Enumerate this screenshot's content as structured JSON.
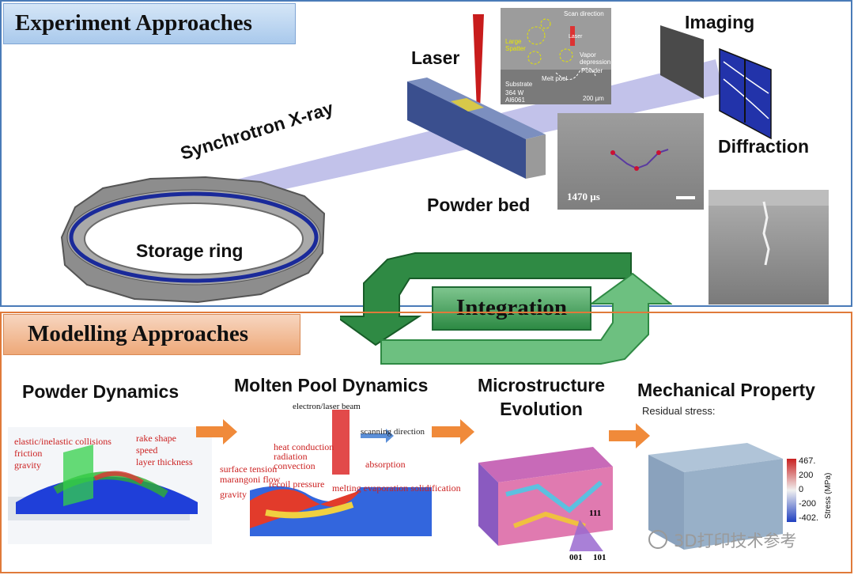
{
  "experiment": {
    "title": "Experiment Approaches",
    "labels": {
      "laser": "Laser",
      "imaging": "Imaging",
      "synchrotron": "Synchrotron X-ray",
      "diffraction": "Diffraction",
      "powder_bed": "Powder bed",
      "storage_ring": "Storage ring"
    },
    "xray_image": {
      "scan_direction": "Scan direction",
      "large_spatter": "Large\nSpatter",
      "laser": "Laser",
      "vapor_depression": "Vapor\ndepression",
      "powder": "Powder",
      "melt_pool": "Melt pool",
      "substrate": "Substrate",
      "power": "364 W",
      "alloy": "Al6061",
      "scale": "200 µm"
    },
    "time_label": "1470 µs"
  },
  "integration": {
    "label": "Integration"
  },
  "modelling": {
    "title": "Modelling Approaches",
    "sections": {
      "powder": "Powder Dynamics",
      "molten_pool": "Molten Pool Dynamics",
      "microstructure": "Microstructure\nEvolution",
      "mechanical": "Mechanical Property"
    },
    "powder_terms": {
      "collisions": "elastic/inelastic collisions",
      "friction": "friction",
      "gravity": "gravity",
      "rake_shape": "rake shape",
      "speed": "speed",
      "layer_thickness": "layer thickness"
    },
    "molten_terms": {
      "beam": "electron/laser beam",
      "heat_conduction": "heat conduction",
      "radiation": "radiation",
      "convection": "convection",
      "scanning_direction": "scanning direction",
      "absorption": "absorption",
      "surface_tension": "surface tension",
      "marangoni": "marangoni flow",
      "gravity": "gravity",
      "recoil": "recoil pressure",
      "melting": "melting evaporation solidification"
    },
    "ipf": {
      "top": "111",
      "left": "001",
      "right": "101"
    },
    "mechanical": {
      "residual_stress": "Residual stress:",
      "colorbar_ticks": [
        "467.",
        "200",
        "0",
        "-200",
        "-402."
      ],
      "colorbar_label": "Stress (MPa)"
    }
  },
  "watermark": "3D打印技术参考"
}
